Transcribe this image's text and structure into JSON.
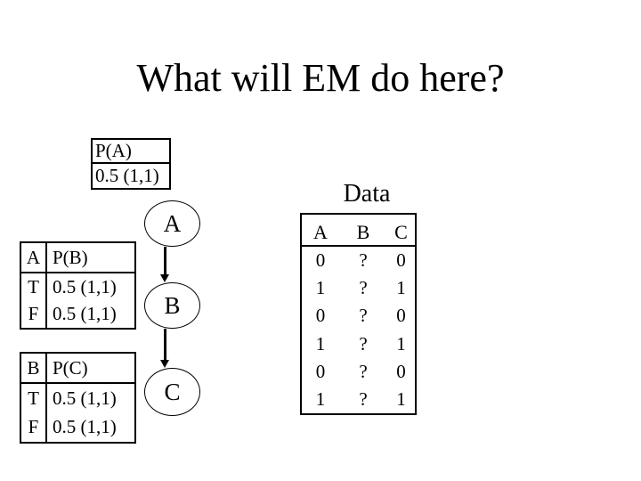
{
  "slide": {
    "title": "What will EM do here?"
  },
  "cpt_a": {
    "header": "P(A)",
    "value": "0.5 (1,1)"
  },
  "cpt_b": {
    "col1_header": "A",
    "col2_header": "P(B)",
    "rows": [
      {
        "cond": "T",
        "value": "0.5 (1,1)"
      },
      {
        "cond": "F",
        "value": "0.5 (1,1)"
      }
    ]
  },
  "cpt_c": {
    "col1_header": "B",
    "col2_header": "P(C)",
    "rows": [
      {
        "cond": "T",
        "value": "0.5 (1,1)"
      },
      {
        "cond": "F",
        "value": "0.5 (1,1)"
      }
    ]
  },
  "network": {
    "nodes": [
      {
        "label": "A"
      },
      {
        "label": "B"
      },
      {
        "label": "C"
      }
    ],
    "edges": [
      "A->B",
      "B->C"
    ]
  },
  "data_panel": {
    "title": "Data",
    "columns": [
      "A",
      "B",
      "C"
    ],
    "rows": [
      [
        "0",
        "?",
        "0"
      ],
      [
        "1",
        "?",
        "1"
      ],
      [
        "0",
        "?",
        "0"
      ],
      [
        "1",
        "?",
        "1"
      ],
      [
        "0",
        "?",
        "0"
      ],
      [
        "1",
        "?",
        "1"
      ]
    ]
  },
  "colors": {
    "foreground": "#000000",
    "background": "#ffffff"
  }
}
